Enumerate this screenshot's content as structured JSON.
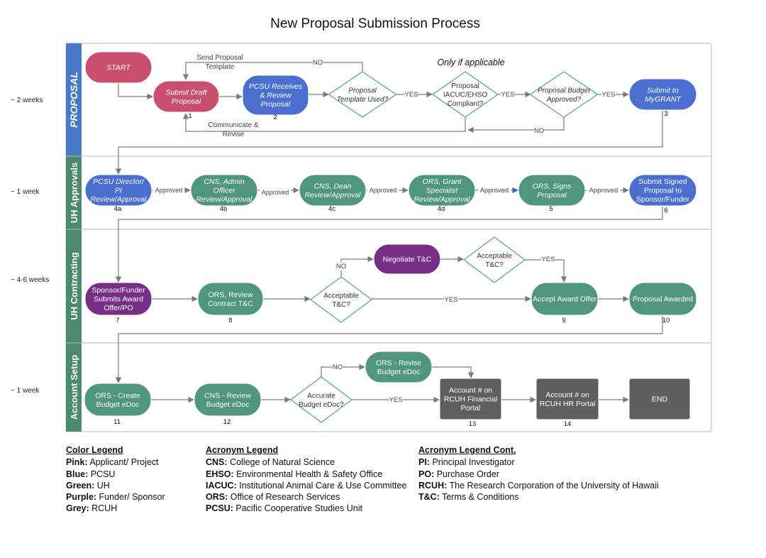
{
  "title": "New Proposal Submission Process",
  "colors": {
    "pink": "#c8506e",
    "blue": "#4a6fcf",
    "green": "#4f967a",
    "purple": "#772f86",
    "grey": "#5f5f5f",
    "lane_header": "#4779c8",
    "lane_header_green": "#4b8a6a",
    "diamond_stroke": "#5aa88e",
    "arrow": "#7a7a7a",
    "arrow_blue": "#3a5fc0"
  },
  "lanes": [
    {
      "name": "PROPOSAL",
      "duration": "~ 2 weeks"
    },
    {
      "name": "UH Approvals",
      "duration": "~ 1 week"
    },
    {
      "name": "UH Contracting",
      "duration": "~ 4-6 weeks"
    },
    {
      "name": "Account Setup",
      "duration": "~ 1 week"
    }
  ],
  "annotation": "Only if applicable",
  "nodes": {
    "start": {
      "label": [
        "START"
      ],
      "color": "pink",
      "italic": true
    },
    "submit_draft": {
      "label": [
        "Submit Draft",
        "Proposal"
      ],
      "number": "1",
      "color": "pink",
      "italic": true
    },
    "pcsu_receives": {
      "label": [
        "PCSU Receives",
        "& Review",
        "Proposal"
      ],
      "number": "2",
      "color": "blue",
      "italic": true
    },
    "template_used": {
      "label": [
        "Proposal",
        "Template Used?"
      ],
      "italic": true
    },
    "iacuc": {
      "label": [
        "Proposal",
        "IACUC/EHSO",
        "Compliant?"
      ]
    },
    "budget_approved": {
      "label": [
        "Proposal Budget",
        "Approved?"
      ],
      "italic": true
    },
    "mygrant": {
      "label": [
        "Submit to",
        "MyGRANT"
      ],
      "number": "3",
      "color": "blue",
      "italic": true
    },
    "pcsu_director": {
      "label": [
        "PCSU Director/",
        "PI",
        "Review/Approval"
      ],
      "number": "4a",
      "color": "blue",
      "italic": true
    },
    "cns_admin": {
      "label": [
        "CNS, Admin",
        "Officer",
        "Review/Approval"
      ],
      "number": "4b",
      "color": "green",
      "italic": true
    },
    "cns_dean": {
      "label": [
        "CNS, Dean",
        "Review/Approval"
      ],
      "number": "4c",
      "color": "green",
      "italic": true
    },
    "ors_grant": {
      "label": [
        "ORS, Grant",
        "Specialist",
        "Review/Approval"
      ],
      "number": "4d",
      "color": "green",
      "italic": true
    },
    "ors_signs": {
      "label": [
        "ORS, Signs",
        "Proposal"
      ],
      "number": "5",
      "color": "green",
      "italic": true
    },
    "submit_signed": {
      "label": [
        "Submit Signed",
        "Proposal to",
        "Sponsor/Funder"
      ],
      "number": "6",
      "color": "blue"
    },
    "sponsor_submits": {
      "label": [
        "Sponsor/Funder",
        "Submits Award",
        "Offer/PO"
      ],
      "number": "7",
      "color": "purple"
    },
    "ors_review_contract": {
      "label": [
        "ORS, Review",
        "Contract T&C"
      ],
      "number": "8",
      "color": "green"
    },
    "acceptable1": {
      "label": [
        "Acceptable",
        "T&C?"
      ]
    },
    "negotiate": {
      "label": [
        "Negotiate T&C"
      ],
      "color": "purple"
    },
    "acceptable2": {
      "label": [
        "Acceptable",
        "T&C?"
      ]
    },
    "accept_award": {
      "label": [
        "Accept Award Offer"
      ],
      "number": "9",
      "color": "green"
    },
    "proposal_awarded": {
      "label": [
        "Proposal Awarded"
      ],
      "number": "10",
      "color": "green"
    },
    "ors_create": {
      "label": [
        "ORS - Create",
        "Budget eDoc"
      ],
      "number": "11",
      "color": "green"
    },
    "cns_review_budget": {
      "label": [
        "CNS - Review",
        "Budget eDoc"
      ],
      "number": "12",
      "color": "green"
    },
    "accurate_budget": {
      "label": [
        "Accurate",
        "Budget eDoc?"
      ]
    },
    "ors_revise": {
      "label": [
        "ORS - Revise",
        "Budget eDoc"
      ],
      "color": "green"
    },
    "rcuh_financial": {
      "label": [
        "Account # on",
        "RCUH Financial",
        "Portal"
      ],
      "number": "13",
      "color": "grey"
    },
    "rcuh_hr": {
      "label": [
        "Account # on",
        "RCUH HR Portal"
      ],
      "number": "14",
      "color": "grey"
    },
    "end": {
      "label": [
        "END"
      ],
      "color": "grey"
    }
  },
  "flow_labels": {
    "send_template": [
      "Send Proposal",
      "Template"
    ],
    "communicate": [
      "Communicate &",
      "Revise"
    ],
    "no": "NO",
    "yes": "YES",
    "approved": "Approved"
  },
  "legend": {
    "color": {
      "heading": "Color Legend",
      "rows": [
        {
          "key": "Pink:",
          "value": "Applicant/ Project"
        },
        {
          "key": "Blue:",
          "value": "PCSU"
        },
        {
          "key": "Green:",
          "value": "UH"
        },
        {
          "key": "Purple:",
          "value": "Funder/ Sponsor"
        },
        {
          "key": "Grey:",
          "value": "RCUH"
        }
      ]
    },
    "acronym": {
      "heading": "Acronym Legend",
      "rows": [
        {
          "key": "CNS:",
          "value": "College of Natural Science"
        },
        {
          "key": "EHSO:",
          "value": "Environmental Health & Safety Office"
        },
        {
          "key": "IACUC:",
          "value": "Institutional Animal Care & Use Committee"
        },
        {
          "key": "ORS:",
          "value": "Office of Research Services"
        },
        {
          "key": "PCSU:",
          "value": "Pacific Cooperative Studies Unit"
        }
      ]
    },
    "acronym_cont": {
      "heading": "Acronym Legend Cont.",
      "rows": [
        {
          "key": "PI:",
          "value": "Principal Investigator"
        },
        {
          "key": "PO:",
          "value": "Purchase Order"
        },
        {
          "key": "RCUH:",
          "value": "The Research Corporation of the University of Hawaii"
        },
        {
          "key": "T&C:",
          "value": "Terms & Conditions"
        }
      ]
    }
  }
}
